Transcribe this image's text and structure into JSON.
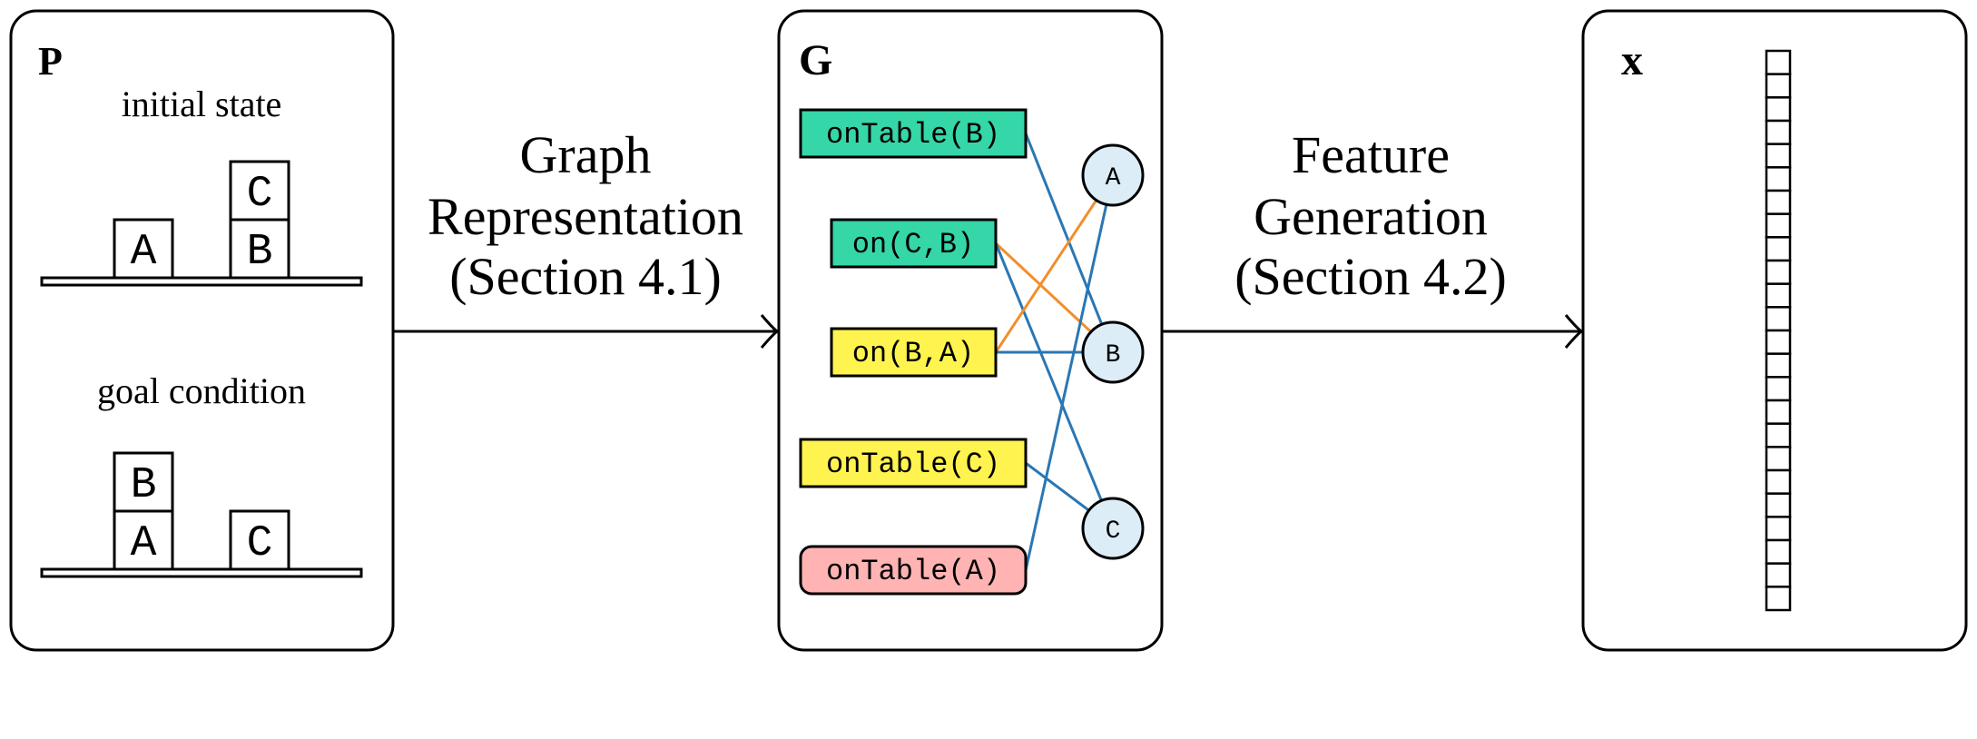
{
  "panels": {
    "problem": {
      "symbol": "P",
      "initial_label": "initial state",
      "goal_label": "goal condition",
      "initial_blocks": [
        "A",
        "B",
        "C"
      ],
      "goal_blocks": [
        "A",
        "B",
        "C"
      ]
    },
    "graph": {
      "symbol": "G",
      "predicates": [
        {
          "label": "onTable(B)",
          "color": "#35d6a8"
        },
        {
          "label": "on(C,B)",
          "color": "#35d6a8"
        },
        {
          "label": "on(B,A)",
          "color": "#fff44f"
        },
        {
          "label": "onTable(C)",
          "color": "#fff44f"
        },
        {
          "label": "onTable(A)",
          "color": "#ffb3b3"
        }
      ],
      "objects": [
        "A",
        "B",
        "C"
      ],
      "object_color": "#dcedf8",
      "edge_colors": {
        "blue": "#2a77b4",
        "orange": "#f28e2b"
      }
    },
    "features": {
      "symbol": "x",
      "cells": 24
    }
  },
  "arrows": {
    "first": {
      "lines": [
        "Graph",
        "Representation",
        "(Section 4.1)"
      ]
    },
    "second": {
      "lines": [
        "Feature",
        "Generation",
        "(Section 4.2)"
      ]
    }
  }
}
